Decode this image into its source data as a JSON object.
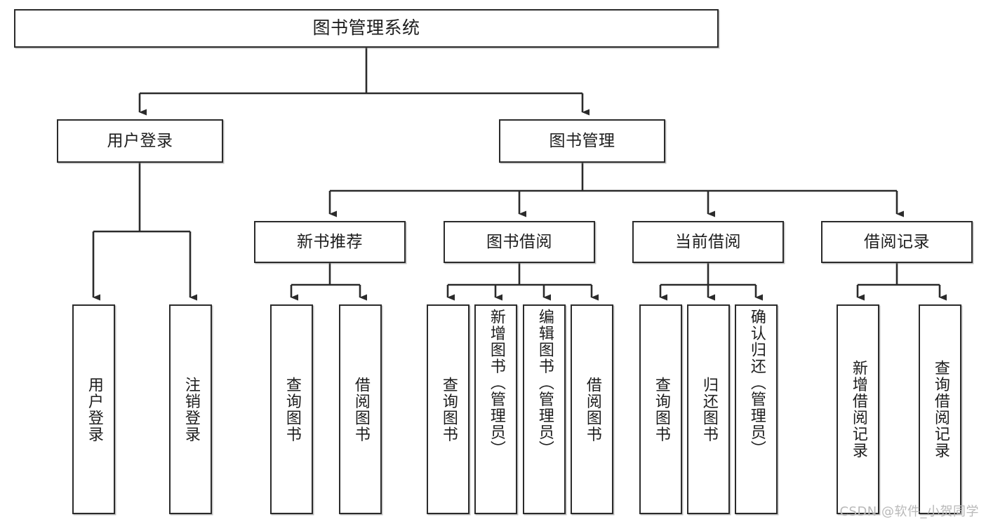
{
  "diagram": {
    "title": "图书管理系统",
    "type": "tree",
    "watermark": "CSDN @软件_小贺同学",
    "colors": {
      "box_border": "#2b2b2b",
      "box_fill": "#ffffff",
      "connector": "#2b2b2b",
      "text": "#1d1d1d",
      "watermark": "#b9b9b9"
    },
    "nodes": {
      "root": {
        "label": "图书管理系统"
      },
      "level2": [
        {
          "label": "用户登录"
        },
        {
          "label": "图书管理"
        }
      ],
      "level3": [
        {
          "label": "新书推荐"
        },
        {
          "label": "图书借阅"
        },
        {
          "label": "当前借阅"
        },
        {
          "label": "借阅记录"
        }
      ],
      "leaves": {
        "user_login": [
          {
            "label": "用户登录"
          },
          {
            "label": "注销登录"
          }
        ],
        "new_book_recommend": [
          {
            "label": "查询图书"
          },
          {
            "label": "借阅图书"
          }
        ],
        "book_borrow": [
          {
            "label": "查询图书"
          },
          {
            "label": "新增图书（管理员）"
          },
          {
            "label": "编辑图书（管理员）"
          },
          {
            "label": "借阅图书"
          }
        ],
        "current_borrow": [
          {
            "label": "查询图书"
          },
          {
            "label": "归还图书"
          },
          {
            "label": "确认归还（管理员）"
          }
        ],
        "borrow_record": [
          {
            "label": "新增借阅记录"
          },
          {
            "label": "查询借阅记录"
          }
        ]
      }
    }
  }
}
